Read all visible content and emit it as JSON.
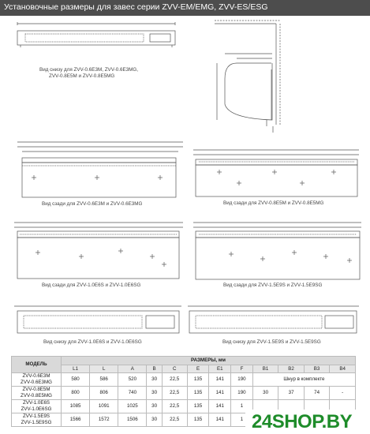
{
  "header": {
    "title": "Установочные размеры для завес серии ZVV-EM/EMG, ZVV-ES/ESG"
  },
  "captions": {
    "bottom_small": [
      "Вид снизу для ZVV-0.6E3M, ZVV-0.6E3MG,",
      "ZVV-0.8E5M и ZVV-0.8E5MG"
    ],
    "rear_06": "Вид сзади для ZVV-0.6E3M и ZVV-0.6E3MG",
    "rear_08": "Вид сзади для ZVV-0.8E5M и ZVV-0.8E5MG",
    "rear_10": "Вид сзади для ZVV-1.0E6S и ZVV-1.0E6SG",
    "rear_15": "Вид сзади для ZVV-1.5E9S и ZVV-1.5E9SG",
    "bottom_10": "Вид снизу для ZVV-1.0E6S и ZVV-1.0E6SG",
    "bottom_15": "Вид снизу для ZVV-1.5E9S и ZVV-1.5E9SG"
  },
  "table": {
    "model_header": "МОДЕЛЬ",
    "sizes_header": "РАЗМЕРЫ, мм",
    "columns": [
      "L1",
      "L",
      "A",
      "B",
      "C",
      "E",
      "E1",
      "F",
      "B1",
      "B2",
      "B3",
      "B4"
    ],
    "rows": [
      {
        "model": [
          "ZVV-0.6E3M",
          "ZVV-0.6E3MG"
        ],
        "values": [
          "580",
          "586",
          "520",
          "30",
          "22,5",
          "135",
          "141",
          "190"
        ],
        "merged": "Шнур в комплекте"
      },
      {
        "model": [
          "ZVV-0.8E5M",
          "ZVV-0.8E5MG"
        ],
        "values": [
          "800",
          "806",
          "740",
          "30",
          "22,5",
          "135",
          "141",
          "190",
          "30",
          "37",
          "74",
          "-"
        ]
      },
      {
        "model": [
          "ZVV-1.0E6S",
          "ZVV-1.0E6SG"
        ],
        "values": [
          "1085",
          "1091",
          "1025",
          "30",
          "22,5",
          "135",
          "141",
          "1"
        ]
      },
      {
        "model": [
          "ZVV-1.5E9S",
          "ZVV-1.5E9SG"
        ],
        "values": [
          "1566",
          "1572",
          "1506",
          "30",
          "22,5",
          "135",
          "141",
          "1"
        ]
      }
    ]
  },
  "logo": {
    "text": "24SHOP.BY"
  },
  "colors": {
    "header_bg": "#4d4d4d",
    "logo_green": "#1e8c2a",
    "line": "#555555"
  }
}
